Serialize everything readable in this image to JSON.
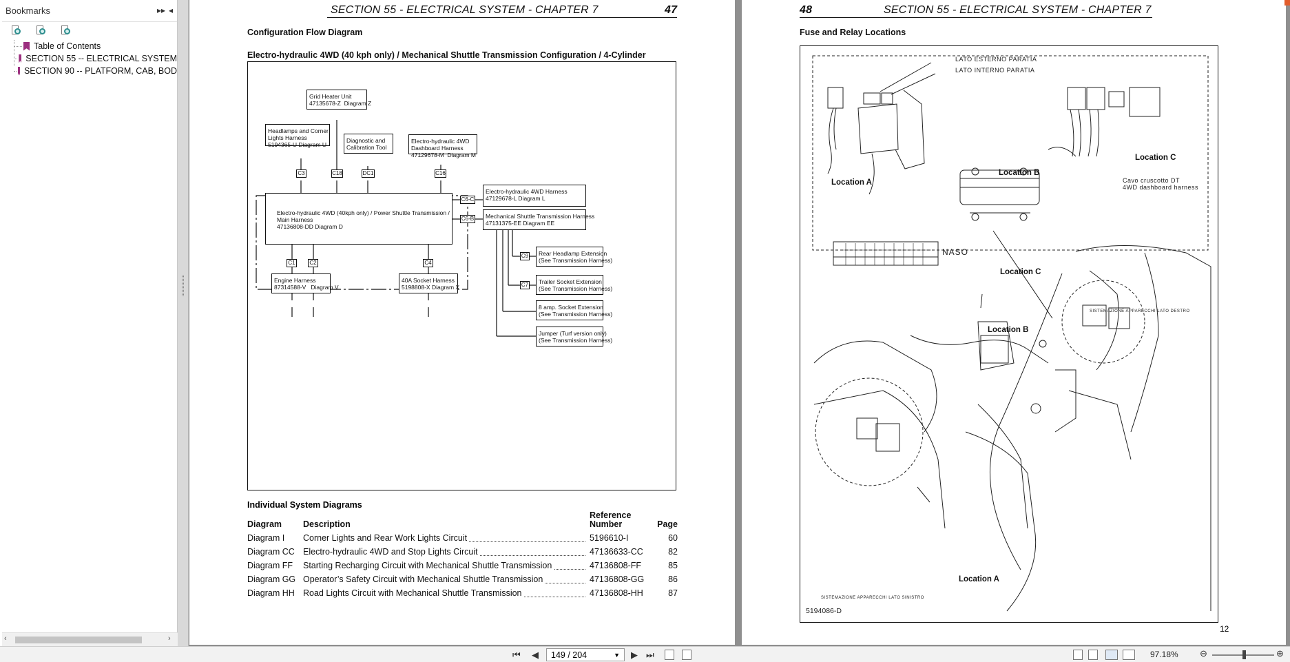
{
  "bookmarks": {
    "title": "Bookmarks",
    "expand_icon": "double-chevron-right",
    "collapse_icon": "triangle-left",
    "items": [
      {
        "label": "Table of Contents"
      },
      {
        "label": "SECTION 55 -- ELECTRICAL SYSTEM"
      },
      {
        "label": "SECTION 90 -- PLATFORM, CAB, BOD"
      }
    ]
  },
  "page47": {
    "header": "SECTION 55 - ELECTRICAL SYSTEM - CHAPTER 7",
    "page_number": "47",
    "section_title": "Configuration Flow Diagram",
    "diagram_title": "Electro-hydraulic 4WD (40 kph only) /  Mechanical Shuttle Transmission Configuration / 4-Cylinder",
    "blocks": {
      "grid_heater": "Grid Heater Unit\n47135678-Z  Diagram Z",
      "headlamps": "Headlamps and Corner\nLights Harness\n5194365-U Diagram U",
      "diagnostic": "Diagnostic and\nCalibration Tool",
      "dashboard": "Electro-hydraulic 4WD\nDashboard Harness\n47129678-M  Diagram M",
      "main": "Electro-hydraulic 4WD (40kph only) / Power Shuttle Transmission /\nMain Harness\n47136808-DD Diagram D",
      "eh4wd": "Electro-hydraulic 4WD Harness\n47129678-L Diagram L",
      "mech_shuttle": "Mechanical Shuttle Transmission Harness\n47131375-EE Diagram EE",
      "engine": "Engine Harness\n87314588-V   Diagram V",
      "socket40": "40A Socket Harness\n5198808-X Diagram X",
      "rear_headlamp": "Rear Headlamp Extension\n(See Transmission Harness)",
      "trailer": "Trailer Socket Extension\n(See Transmission Harness)",
      "amp8": "8 amp. Socket Extension\n(See Transmission Harness)",
      "jumper": "Jumper (Turf version only)\n(See Transmission Harness)"
    },
    "connectors": {
      "c3": "C3",
      "c18": "C18",
      "dc1": "DC1",
      "c16": "C16",
      "c6c": "C6-C",
      "c6b": "C6-B",
      "c1": "C1",
      "c2": "C2",
      "c4": "C4",
      "c9": "C9",
      "c7": "C7"
    },
    "individual_title": "Individual System Diagrams",
    "table": {
      "headers": {
        "diagram": "Diagram",
        "description": "Description",
        "reference": "Reference\nNumber",
        "page": "Page"
      },
      "rows": [
        {
          "diagram": "Diagram I",
          "description": "Corner Lights and Rear Work Lights Circuit",
          "reference": "5196610-I",
          "page": "60"
        },
        {
          "diagram": "Diagram CC",
          "description": "Electro-hydraulic 4WD and Stop Lights Circuit",
          "reference": "47136633-CC",
          "page": "82"
        },
        {
          "diagram": "Diagram FF",
          "description": "Starting Recharging Circuit with Mechanical Shuttle Transmission",
          "reference": "47136808-FF",
          "page": "85"
        },
        {
          "diagram": "Diagram GG",
          "description": "Operator’s Safety Circuit with Mechanical Shuttle Transmission",
          "reference": "47136808-GG",
          "page": "86"
        },
        {
          "diagram": "Diagram HH",
          "description": "Road Lights Circuit with Mechanical Shuttle Transmission",
          "reference": "47136808-HH",
          "page": "87"
        }
      ]
    }
  },
  "page48": {
    "page_number": "48",
    "header": "SECTION 55 - ELECTRICAL SYSTEM - CHAPTER 7",
    "section_title": "Fuse and Relay Locations",
    "labels": {
      "lato_esterno": "LATO ESTERNO PARATIA",
      "lato_interno": "LATO INTERNO PARATIA",
      "location_a": "Location A",
      "location_b": "Location B",
      "location_c": "Location C",
      "cavo": "Cavo cruscotto DT\n4WD dashboard harness",
      "naso": "NASO",
      "sistemazione_destro": "SISTEMAZIONE APPARECCHI LATO DESTRO",
      "sistemazione_sinistro": "SISTEMAZIONE APPARECCHI LATO SINISTRO",
      "drawing_id": "5194086-D",
      "figure_number": "12"
    }
  },
  "statusbar": {
    "page_display": "149 / 204",
    "zoom": "97.18%"
  }
}
